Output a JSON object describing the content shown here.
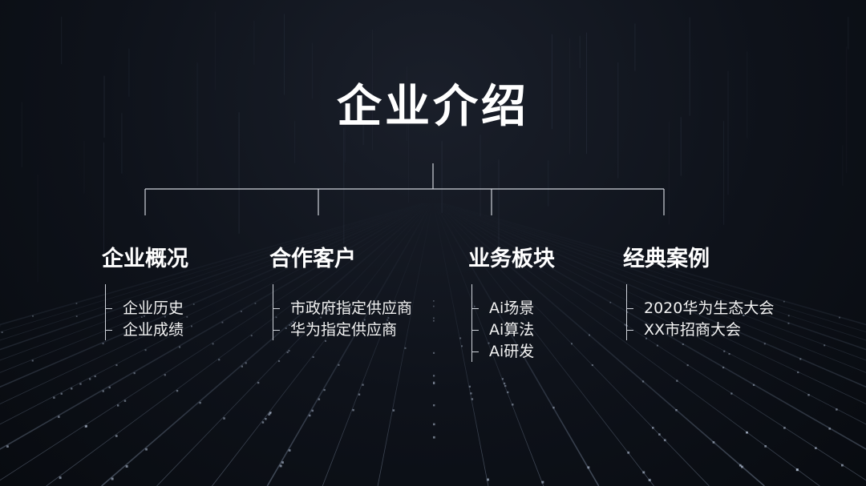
{
  "title": "企业介绍",
  "sections": [
    {
      "heading": "企业概况",
      "items": [
        "企业历史",
        "企业成绩"
      ]
    },
    {
      "heading": "合作客户",
      "items": [
        "市政府指定供应商",
        "华为指定供应商"
      ]
    },
    {
      "heading": "业务板块",
      "items": [
        "Ai场景",
        "Ai算法",
        "Ai研发"
      ]
    },
    {
      "heading": "经典案例",
      "items": [
        "2020华为生态大会",
        "XX市招商大会"
      ]
    }
  ],
  "colors": {
    "background": "#0d1118",
    "text": "#ffffff",
    "lines": "#cfd3da"
  }
}
